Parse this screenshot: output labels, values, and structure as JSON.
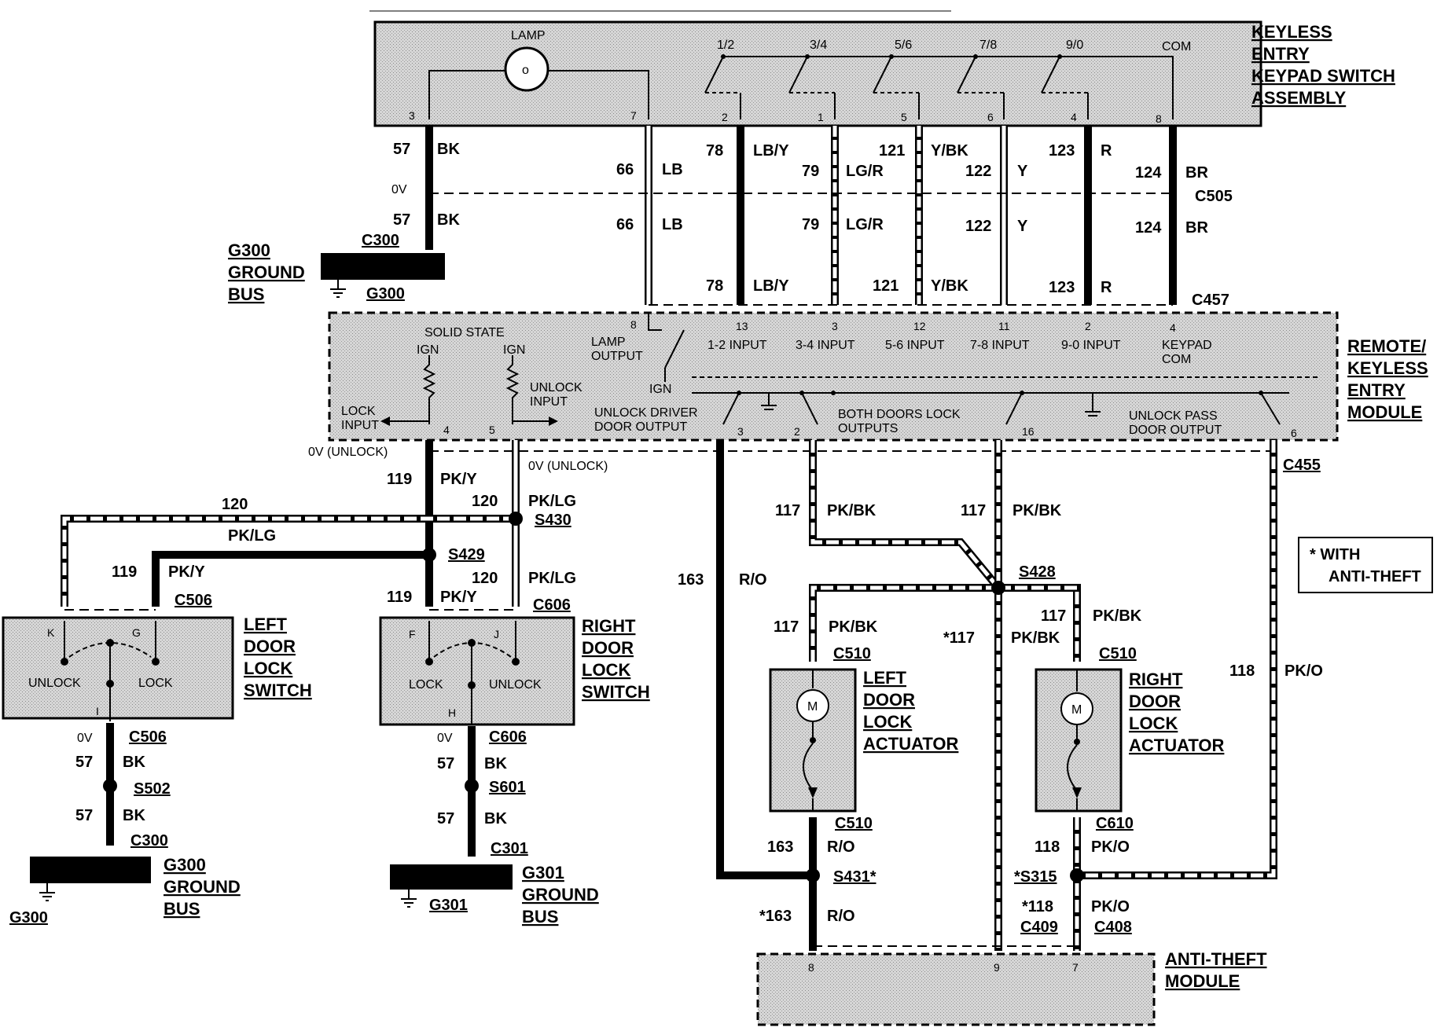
{
  "components": {
    "keypad": {
      "title": [
        "KEYLESS",
        "ENTRY",
        "KEYPAD SWITCH",
        "ASSEMBLY"
      ],
      "lamp": "LAMP",
      "buttons": [
        "1/2",
        "3/4",
        "5/6",
        "7/8",
        "9/0"
      ],
      "com": "COM",
      "pins": [
        "3",
        "7",
        "2",
        "1",
        "5",
        "6",
        "4",
        "8"
      ]
    },
    "rke_module": {
      "title": [
        "REMOTE/",
        "KEYLESS",
        "ENTRY",
        "MODULE"
      ],
      "solid_state": "SOLID STATE",
      "ign": "IGN",
      "lamp_output": [
        "LAMP",
        "OUTPUT"
      ],
      "inputs": [
        {
          "pin": "8",
          "label": ""
        },
        {
          "pin": "13",
          "label": "1-2 INPUT"
        },
        {
          "pin": "3",
          "label": "3-4 INPUT"
        },
        {
          "pin": "12",
          "label": "5-6 INPUT"
        },
        {
          "pin": "11",
          "label": "7-8 INPUT"
        },
        {
          "pin": "2",
          "label": "9-0 INPUT"
        },
        {
          "pin": "4",
          "label": "KEYPAD"
        }
      ],
      "keypad_com": "COM",
      "unlock_input": [
        "UNLOCK",
        "INPUT"
      ],
      "lock_input": [
        "LOCK",
        "INPUT"
      ],
      "unlock_driver": [
        "UNLOCK DRIVER",
        "DOOR OUTPUT"
      ],
      "both_doors": [
        "BOTH DOORS LOCK",
        "OUTPUTS"
      ],
      "unlock_pass": [
        "UNLOCK PASS",
        "DOOR OUTPUT"
      ],
      "bottom_pins": [
        "4",
        "5",
        "3",
        "2",
        "16",
        "6"
      ]
    },
    "left_switch": {
      "title": [
        "LEFT",
        "DOOR",
        "LOCK",
        "SWITCH"
      ],
      "unlock": "UNLOCK",
      "lock": "LOCK",
      "pins": [
        "K",
        "G",
        "I"
      ]
    },
    "right_switch": {
      "title": [
        "RIGHT",
        "DOOR",
        "LOCK",
        "SWITCH"
      ],
      "lock": "LOCK",
      "unlock": "UNLOCK",
      "pins": [
        "F",
        "J",
        "H"
      ]
    },
    "left_actuator": {
      "title": [
        "LEFT",
        "DOOR",
        "LOCK",
        "ACTUATOR"
      ],
      "motor": "M"
    },
    "right_actuator": {
      "title": [
        "RIGHT",
        "DOOR",
        "LOCK",
        "ACTUATOR"
      ],
      "motor": "M"
    },
    "anti_theft": {
      "title": [
        "ANTI-THEFT",
        "MODULE"
      ],
      "pins": [
        "8",
        "9",
        "7"
      ]
    },
    "ground_g300_top": {
      "title": [
        "G300",
        "GROUND",
        "BUS"
      ],
      "connector": "C300",
      "ground": "G300"
    },
    "ground_g300_bottom": {
      "title": [
        "G300",
        "GROUND",
        "BUS"
      ],
      "connector": "C300",
      "ground": "G300"
    },
    "ground_g301": {
      "title": [
        "G301",
        "GROUND",
        "BUS"
      ],
      "connector": "C301",
      "ground": "G301"
    }
  },
  "connectors": {
    "c505": "C505",
    "c457": "C457",
    "c455": "C455",
    "c506_top": "C506",
    "c506_bottom": "C506",
    "c606_top": "C606",
    "c606_bottom": "C606",
    "c510_left_top": "C510",
    "c510_left_bottom": "C510",
    "c510_right_top": "C510",
    "c610": "C610",
    "c409": "C409",
    "c408": "C408"
  },
  "splices": {
    "s430": "S430",
    "s429": "S429",
    "s428": "S428",
    "s502": "S502",
    "s601": "S601",
    "s431": "S431*",
    "s315": "*S315"
  },
  "wires": {
    "w57": {
      "circuit": "57",
      "color": "BK"
    },
    "w66": {
      "circuit": "66",
      "color": "LB"
    },
    "w78": {
      "circuit": "78",
      "color": "LB/Y"
    },
    "w79": {
      "circuit": "79",
      "color": "LG/R"
    },
    "w121": {
      "circuit": "121",
      "color": "Y/BK"
    },
    "w122": {
      "circuit": "122",
      "color": "Y"
    },
    "w123": {
      "circuit": "123",
      "color": "R"
    },
    "w124": {
      "circuit": "124",
      "color": "BR"
    },
    "w119": {
      "circuit": "119",
      "color": "PK/Y"
    },
    "w120": {
      "circuit": "120",
      "color": "PK/LG"
    },
    "w117": {
      "circuit": "117",
      "color": "PK/BK"
    },
    "w117s": {
      "circuit": "*117",
      "color": "PK/BK"
    },
    "w163": {
      "circuit": "163",
      "color": "R/O"
    },
    "w163s": {
      "circuit": "*163",
      "color": "R/O"
    },
    "w118": {
      "circuit": "118",
      "color": "PK/O"
    },
    "w118s": {
      "circuit": "*118",
      "color": "PK/O"
    }
  },
  "voltages": {
    "zero": "0V",
    "unlock": "0V (UNLOCK)"
  },
  "note": [
    "* WITH",
    "ANTI-THEFT"
  ]
}
